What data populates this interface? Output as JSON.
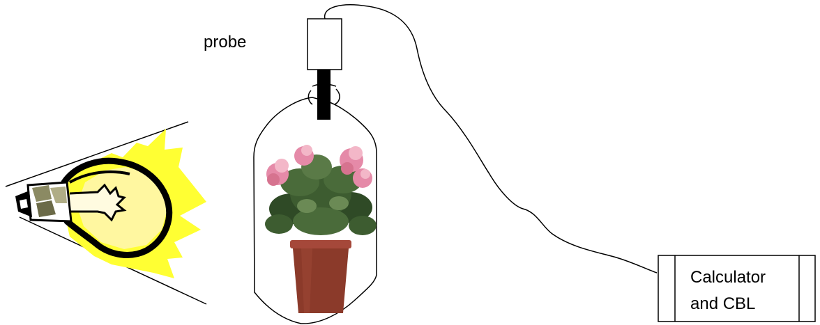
{
  "labels": {
    "probe": "probe",
    "calculator_line1": "Calculator",
    "calculator_line2": "and CBL"
  },
  "colors": {
    "line": "#000000",
    "light_glow": "#ffff33",
    "light_glow_inner": "#fff7a0",
    "pot": "#8b3a2a",
    "pot_rim": "#a5483a",
    "leaf_dark": "#2f4a26",
    "leaf": "#4a6b3a",
    "flower": "#e58aa8",
    "flower_light": "#f3b7c8"
  },
  "icons": [
    "light-bulb-icon",
    "plant-icon",
    "probe-icon"
  ]
}
